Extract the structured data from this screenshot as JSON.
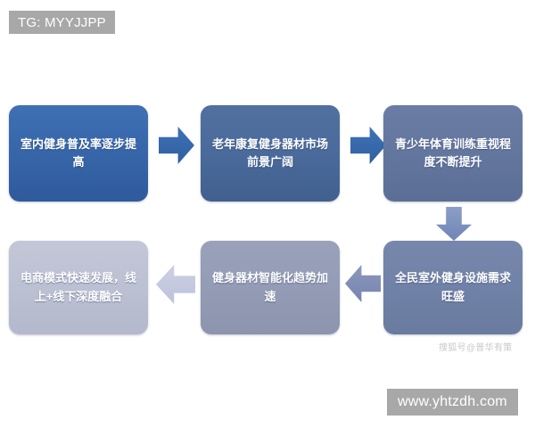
{
  "watermarks": {
    "top_tag": "TG: MYYJJPP",
    "site": "www.yhtzdh.com",
    "source": "搜狐号@普华有策"
  },
  "colors": {
    "background": "#ffffff",
    "node_1": "#3767aa",
    "node_2": "#4a6b9c",
    "node_3": "#64779f",
    "node_4": "#7182a8",
    "node_5": "#949cb6",
    "node_6": "#bcc1d3",
    "arrow_strong": "#2f5da0",
    "arrow_mid": "#7684ac",
    "arrow_pale": "#bcc2da",
    "watermark_band": "#a8a8a8",
    "node_text": "#ffffff"
  },
  "flow": {
    "nodes": [
      {
        "id": "node-1",
        "label": "室内健身普及率逐步提高"
      },
      {
        "id": "node-2",
        "label": "老年康复健身器材市场前景广阔"
      },
      {
        "id": "node-3",
        "label": "青少年体育训练重视程度不断提升"
      },
      {
        "id": "node-4",
        "label": "全民室外健身设施需求旺盛"
      },
      {
        "id": "node-5",
        "label": "健身器材智能化趋势加速"
      },
      {
        "id": "node-6",
        "label": "电商模式快速发展，线上+线下深度融合"
      }
    ],
    "connectors": [
      {
        "id": "arrow-1",
        "direction": "right",
        "from": "node-1",
        "to": "node-2"
      },
      {
        "id": "arrow-2",
        "direction": "right",
        "from": "node-2",
        "to": "node-3"
      },
      {
        "id": "arrow-3",
        "direction": "down",
        "from": "node-3",
        "to": "node-4"
      },
      {
        "id": "arrow-4",
        "direction": "left",
        "from": "node-4",
        "to": "node-5"
      },
      {
        "id": "arrow-5",
        "direction": "left",
        "from": "node-5",
        "to": "node-6"
      }
    ]
  }
}
